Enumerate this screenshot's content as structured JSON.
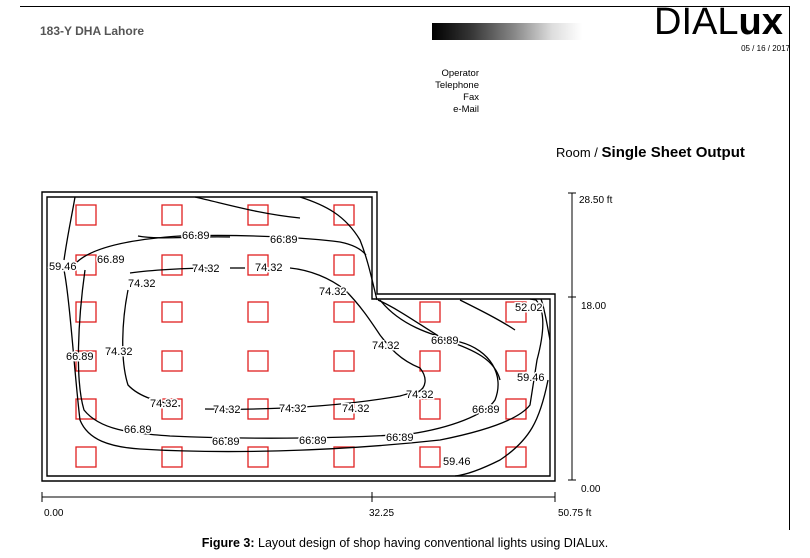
{
  "header": {
    "project_name": "183-Y DHA Lahore",
    "logo_light": "DIAL",
    "logo_bold": "ux",
    "date": "05 / 16 / 2017",
    "contact_lines": [
      "Operator",
      "Telephone",
      "Fax",
      "e-Mail"
    ],
    "page_title_prefix": "Room / ",
    "page_title": "Single Sheet Output"
  },
  "plan": {
    "x_axis_ticks": [
      "0.00",
      "32.25",
      "50.75 ft"
    ],
    "y_axis_ticks": [
      "28.50 ft",
      "18.00",
      "0.00"
    ],
    "isolux_labels": [
      "66.89",
      "66.89",
      "59.46",
      "66.89",
      "74.32",
      "74.32",
      "74.32",
      "74.32",
      "52.02",
      "74.32",
      "66.89",
      "66.89",
      "74.32",
      "59.46",
      "74.32",
      "74.32",
      "74.32",
      "74.32",
      "74.32",
      "66.89",
      "66.89",
      "66.89",
      "66.89",
      "66.89",
      "59.46"
    ],
    "luminaire_rows": 6,
    "luminaire_cols": 6
  },
  "caption": {
    "label": "Figure 3:",
    "text": " Layout design of shop having conventional lights using DIALux."
  }
}
